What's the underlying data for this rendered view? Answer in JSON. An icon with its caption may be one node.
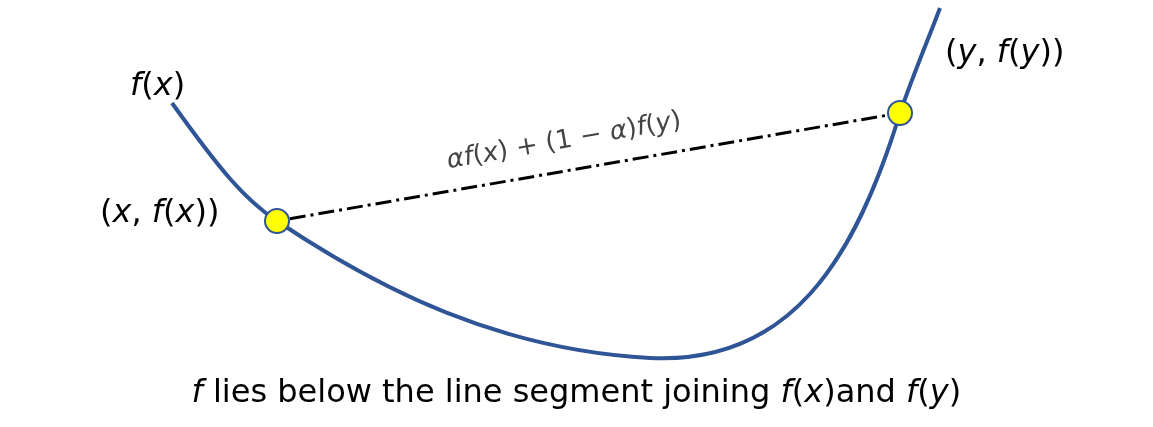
{
  "diagram": {
    "caption": "*f* lies below the line segment joining *f*(*x*)and *f*(*y*)",
    "nodes": [
      {
        "text": [],
        "shape": "circle",
        "beside": [
          "(*x*, *f*(*x*))"
        ]
      },
      {
        "text": [],
        "shape": "circle",
        "beside": [
          "(*y*, *f*(*y*))"
        ]
      }
    ],
    "edges": [
      {
        "from": 0,
        "to": 1,
        "arrow": "none",
        "style": "dashed",
        "label": "*αf*(*x*) + (1 − *α*)*f*(*y*)"
      }
    ],
    "labels": [
      "*f*(*x*)"
    ]
  }
}
